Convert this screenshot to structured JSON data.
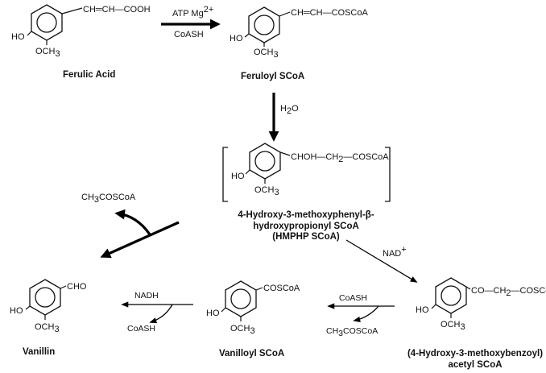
{
  "groups": {
    "ferulic_side": "CH═CH—COOH",
    "feruloyl_side": "CH═CH—COSCoA",
    "hmphp_side_a": "CHOH—CH",
    "hmphp_side_b": "—COSCoA",
    "hydroxybenzoyl_side_a": "CO—CH",
    "hydroxybenzoyl_side_b": "—COSCoA",
    "vanilloyl_side": "COSCoA",
    "vanillin_side": "CHO",
    "ho": "HO",
    "och": "OCH",
    "sub3": "3",
    "sub2": "2",
    "sup_plus": "+",
    "sup_2plus": "2+"
  },
  "names": {
    "ferulic_acid": "Ferulic Acid",
    "feruloyl_scoa": "Feruloyl SCoA",
    "hmphp_line1": "4-Hydroxy-3-methoxyphenyl-β-",
    "hmphp_line2": "hydroxypropionyl SCoA",
    "hmphp_line3": "(HMPHP SCoA)",
    "hydroxybenzoyl_line1": "(4-Hydroxy-3-methoxybenzoyl)",
    "hydroxybenzoyl_line2": "acetyl SCoA",
    "vanilloyl_scoa": "Vanilloyl SCoA",
    "vanillin": "Vanillin"
  },
  "reagents": {
    "atp_mg": "ATP Mg",
    "coash_1": "CoASH",
    "h2o_h": "H",
    "h2o_o": "O",
    "nad": "NAD",
    "coash_2": "CoASH",
    "acetyl_out_1": "CH",
    "acetyl_out_tail": "COSCoA",
    "coash_3": "CoASH",
    "nadh": "NADH"
  }
}
